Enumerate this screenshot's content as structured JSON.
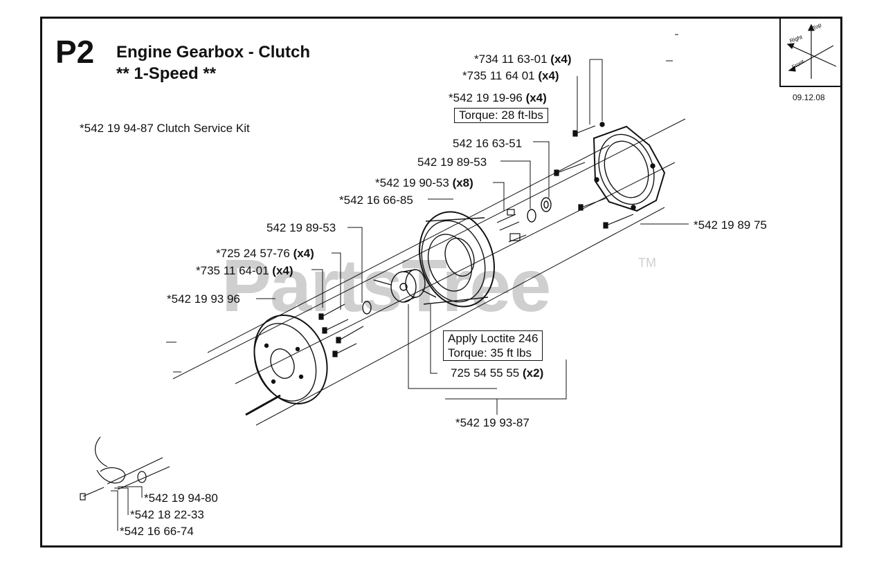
{
  "header": {
    "page_code": "P2",
    "title_line1": "Engine Gearbox - Clutch",
    "title_line2": "** 1-Speed **",
    "date": "09.12.08"
  },
  "compass": {
    "top": "Top",
    "right": "Right",
    "front": "Front"
  },
  "service_kit": "*542 19 94-87 Clutch Service Kit",
  "watermark": {
    "text": "PartsTree",
    "tm": "TM"
  },
  "parts": {
    "p1": {
      "num": "*734 11 63-01",
      "qty": "(x4)"
    },
    "p2": {
      "num": "*735 11 64 01",
      "qty": "(x4)"
    },
    "p3": {
      "num": "*542 19 19-96",
      "qty": "(x4)"
    },
    "p3_torque": "Torque: 28 ft-lbs",
    "p4": {
      "num": "542 16 63-51"
    },
    "p5": {
      "num": "542 19 89-53"
    },
    "p6": {
      "num": "*542 19 90-53",
      "qty": "(x8)"
    },
    "p7": {
      "num": "*542 16 66-85"
    },
    "p8": {
      "num": "*542 19 89 75"
    },
    "p9": {
      "num": "542 19 89-53"
    },
    "p10": {
      "num": "*725 24 57-76",
      "qty": "(x4)"
    },
    "p11": {
      "num": "*735 11 64-01",
      "qty": "(x4)"
    },
    "p12": {
      "num": "*542 19 93 96"
    },
    "note_loctite": "Apply Loctite 246",
    "note_torque": "Torque:  35 ft lbs",
    "p13": {
      "num": "725 54 55 55",
      "qty": "(x2)"
    },
    "p14": {
      "num": "*542 19 93-87"
    },
    "p15": {
      "num": "*542 19 94-80"
    },
    "p16": {
      "num": "*542 18 22-33"
    },
    "p17": {
      "num": "*542 16 66-74"
    }
  }
}
